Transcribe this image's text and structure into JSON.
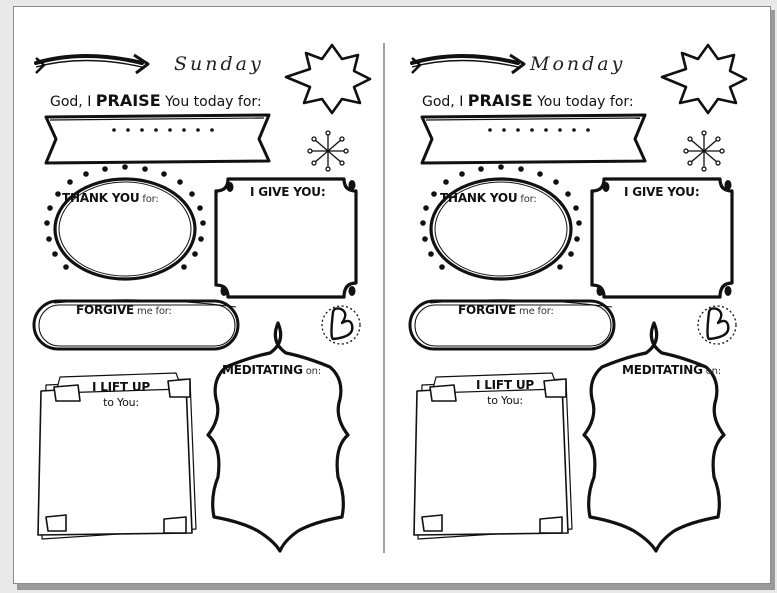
{
  "pages": [
    {
      "day": "Sunday",
      "praise_prefix": "God, I ",
      "praise_keyword": "PRAISE",
      "praise_suffix": " You today for:",
      "thank_you_keyword": "THANK YOU",
      "thank_you_suffix": " for:",
      "i_give_you": "I GIVE YOU:",
      "forgive_keyword": "FORGIVE",
      "forgive_suffix": " me for:",
      "meditating_keyword": "MEDITATING",
      "meditating_suffix": " on:",
      "lift_up_keyword": "I LIFT UP",
      "lift_up_suffix": "to You:"
    },
    {
      "day": "Monday",
      "praise_prefix": "God, I ",
      "praise_keyword": "PRAISE",
      "praise_suffix": " You today for:",
      "thank_you_keyword": "THANK YOU",
      "thank_you_suffix": " for:",
      "i_give_you": "I GIVE YOU:",
      "forgive_keyword": "FORGIVE",
      "forgive_suffix": " me for:",
      "meditating_keyword": "MEDITATING",
      "meditating_suffix": " on:",
      "lift_up_keyword": "I LIFT UP",
      "lift_up_suffix": "to You:"
    }
  ],
  "icons": [
    "arrow-icon",
    "starburst-icon",
    "sparkle-icon",
    "heart-icon"
  ],
  "colors": {
    "ink": "#111111",
    "paper": "#ffffff",
    "frame": "#8c8c8c"
  }
}
